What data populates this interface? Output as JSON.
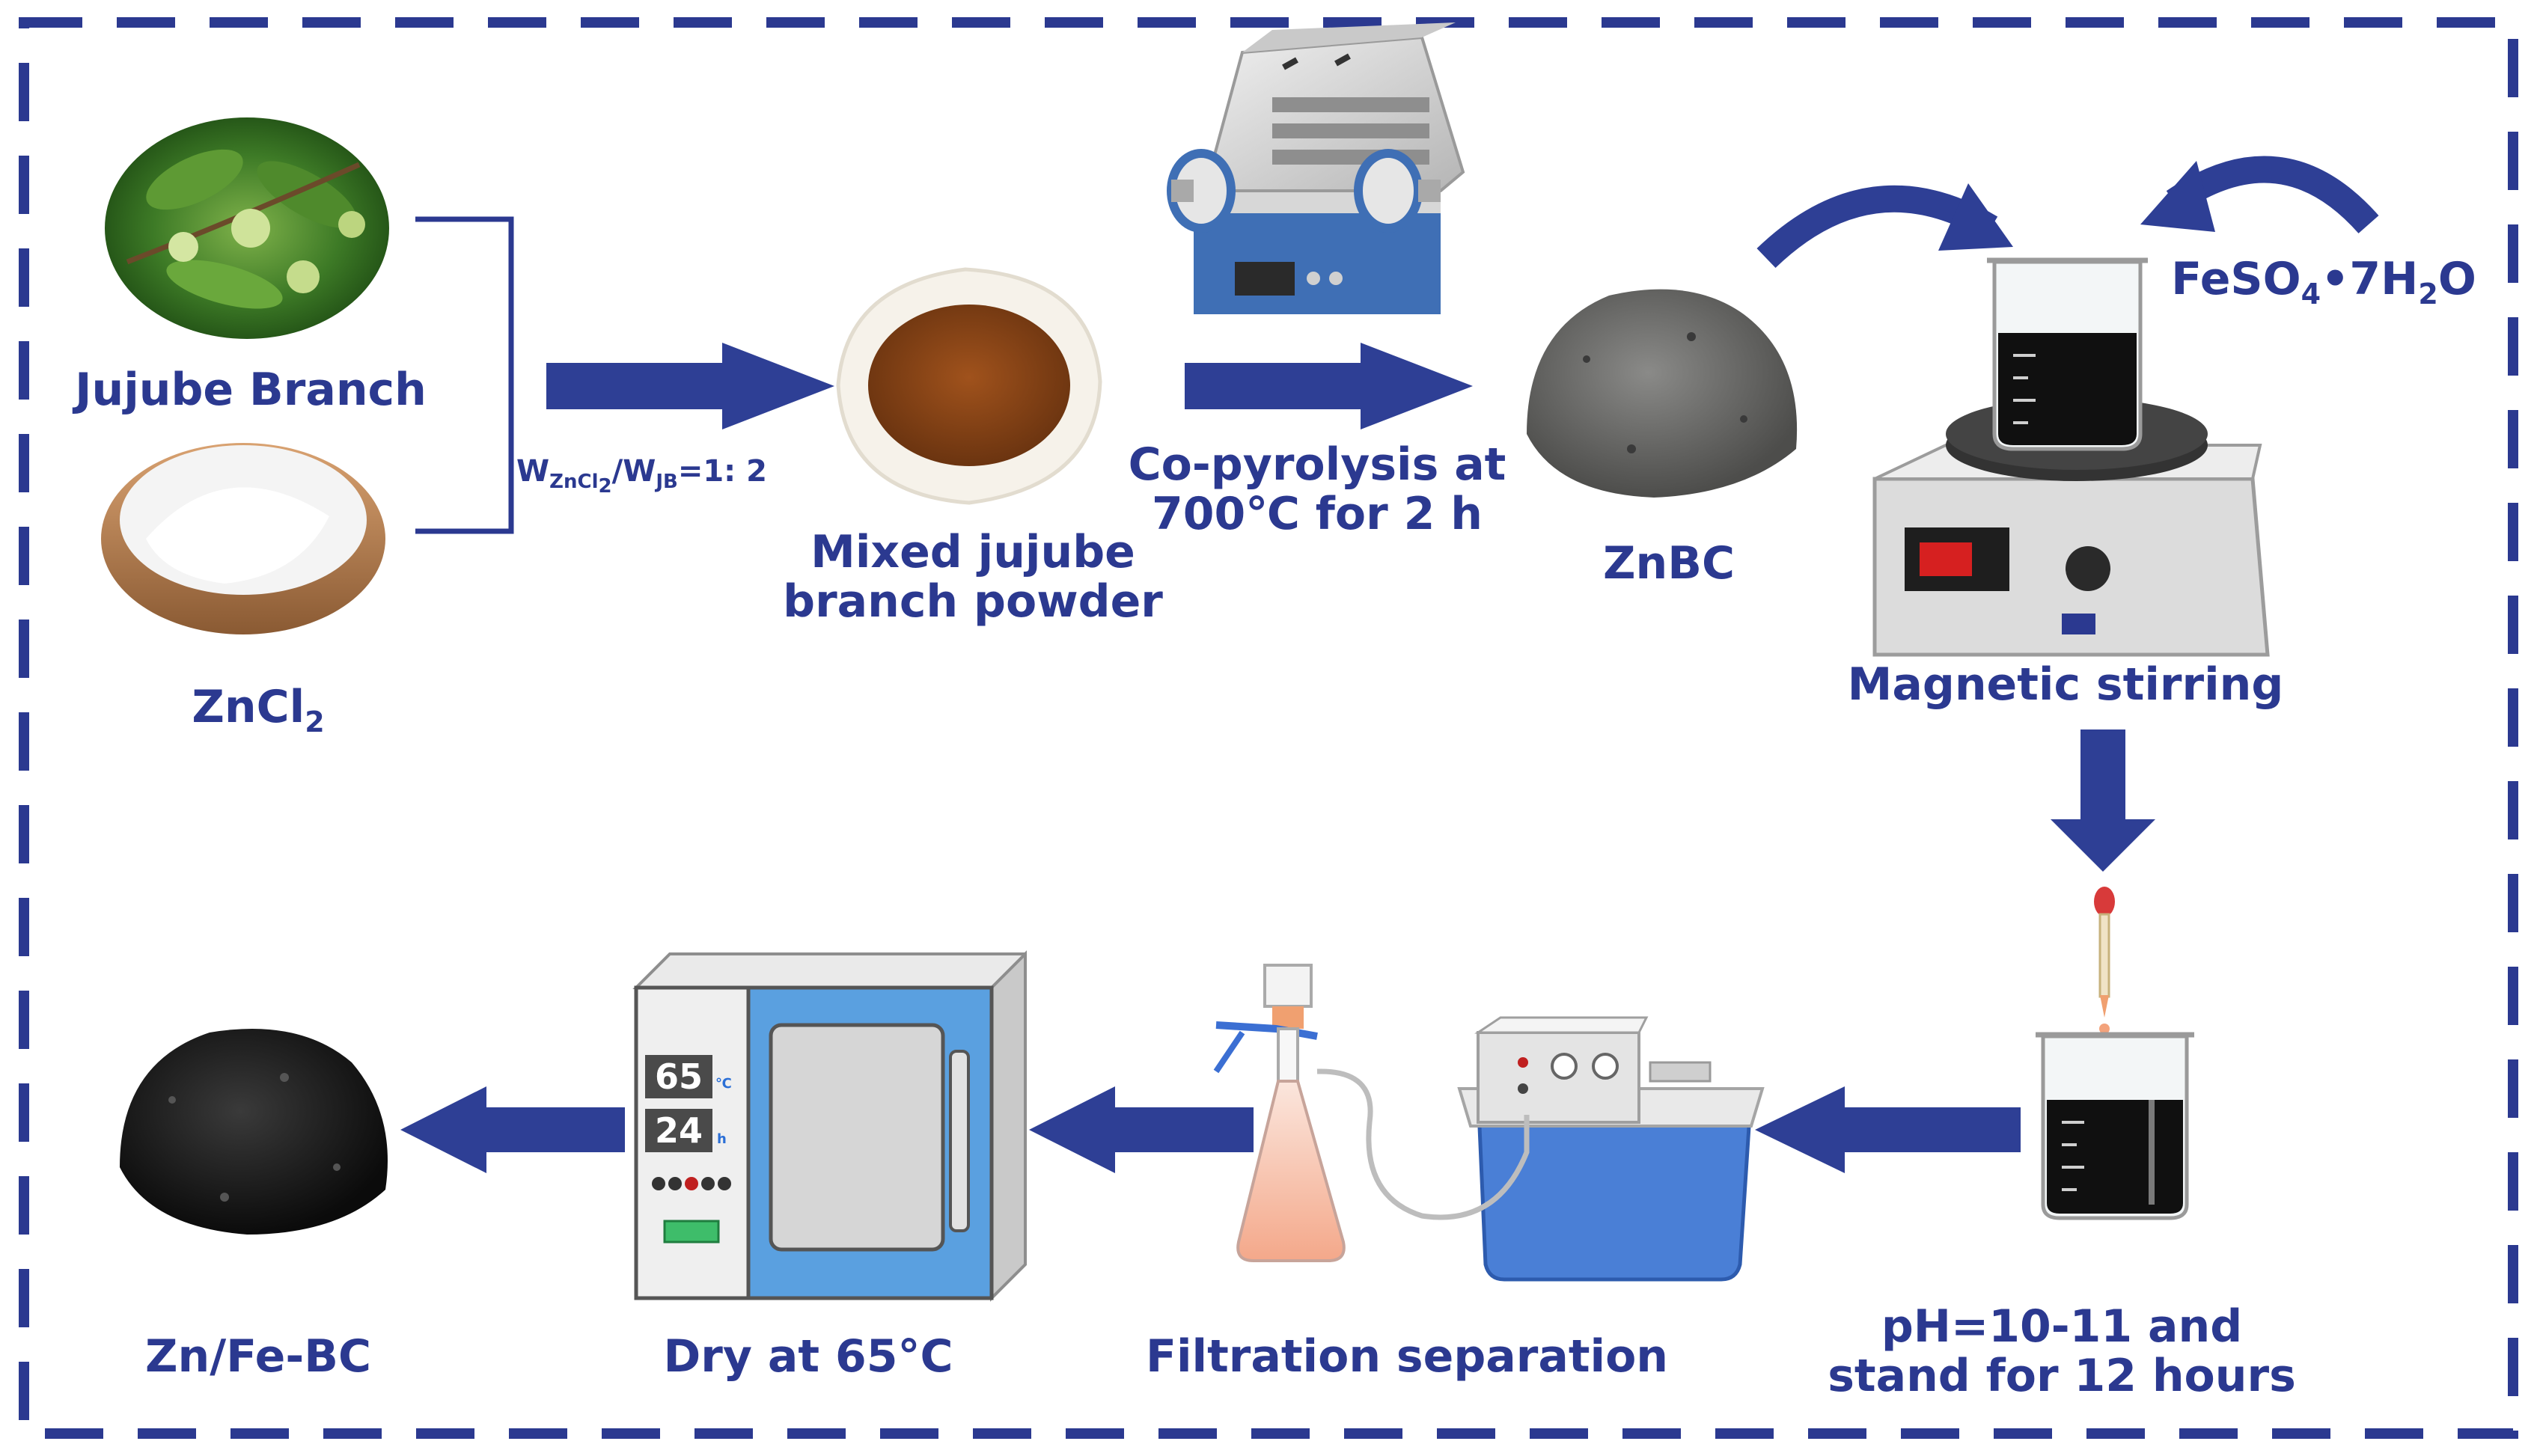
{
  "labels": {
    "jujube_branch": "Jujube Branch",
    "zncl2_main": "ZnCl",
    "zncl2_sub": "2",
    "ratio_w1": "W",
    "ratio_sub1": "ZnCl",
    "ratio_sub1b": "2",
    "ratio_w2": "/W",
    "ratio_sub2": "JB",
    "ratio_tail": "=1:  2",
    "mixed_line1": "Mixed jujube",
    "mixed_line2": "branch powder",
    "copyrolysis_line1": "Co-pyrolysis at",
    "copyrolysis_line2": "700℃ for 2 h",
    "znbc": "ZnBC",
    "feso4_a": "FeSO",
    "feso4_sub1": "4",
    "feso4_b": "•7H",
    "feso4_sub2": "2",
    "feso4_c": "O",
    "magnetic_stirring": "Magnetic stirring",
    "ph_line1": "pH=10-11 and",
    "ph_line2": "stand for 12 hours",
    "filtration": "Filtration separation",
    "dry": "Dry at 65°C",
    "product": "Zn/Fe-BC"
  },
  "oven_display": {
    "temp": "65",
    "temp_unit": "℃",
    "time": "24",
    "time_unit": "h"
  },
  "colors": {
    "text": "#2b3990",
    "arrow": "#2e3f95",
    "frame": "#2b3990",
    "oven_blue": "#5aa0e0",
    "furnace_blue": "#3f6fb5",
    "display_red": "#d62020"
  }
}
